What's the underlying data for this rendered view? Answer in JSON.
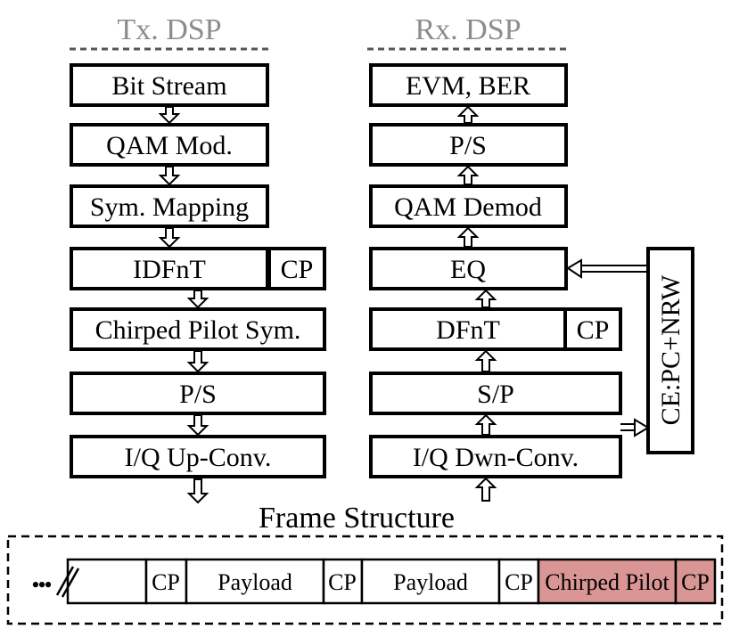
{
  "tx": {
    "title": "Tx. DSP",
    "blocks": [
      "Bit Stream",
      "QAM Mod.",
      "Sym. Mapping",
      "IDFnT",
      "Chirped Pilot Sym.",
      "P/S",
      "I/Q Up-Conv."
    ],
    "idfnt_cp": "CP"
  },
  "rx": {
    "title": "Rx. DSP",
    "blocks": [
      "EVM, BER",
      "P/S",
      "QAM Demod",
      "EQ",
      "DFnT",
      "S/P",
      "I/Q Dwn-Conv."
    ],
    "dfnt_cp": "CP",
    "ce": "CE:PC+NRW"
  },
  "frame": {
    "title": "Frame Structure",
    "dots": "•••",
    "cells": [
      "",
      "CP",
      "Payload",
      "CP",
      "Payload",
      "CP",
      "Chirped Pilot",
      "CP"
    ]
  },
  "colors": {
    "title_gray": "#8c8c8c",
    "pilot_fill": "#d99694",
    "line": "#000000"
  }
}
